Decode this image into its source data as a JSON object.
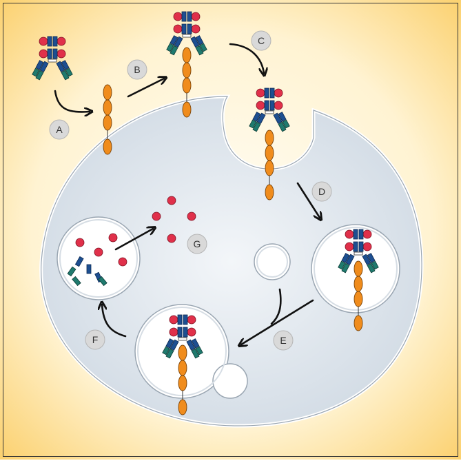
{
  "steps": [
    {
      "id": "A",
      "label": "A"
    },
    {
      "id": "B",
      "label": "B"
    },
    {
      "id": "C",
      "label": "C"
    },
    {
      "id": "D",
      "label": "D"
    },
    {
      "id": "E",
      "label": "E"
    },
    {
      "id": "F",
      "label": "F"
    },
    {
      "id": "G",
      "label": "G"
    }
  ],
  "colors": {
    "background_center": "#fffdf5",
    "background_edge": "#fbcf6a",
    "cell_fill": "#d4dde6",
    "cell_stroke": "#9aa6b2",
    "vesicle_fill": "#ffffff",
    "antibody_blue": "#1d4f91",
    "antibody_teal": "#1f7a6e",
    "payload_red": "#e0304a",
    "receptor_orange": "#f08c1c",
    "label_circle": "#d9d9d9",
    "arrow": "#111111"
  },
  "icons": {
    "antibody": "antibody-drug-conjugate-icon",
    "receptor": "receptor-icon",
    "payload": "payload-molecule-icon"
  }
}
